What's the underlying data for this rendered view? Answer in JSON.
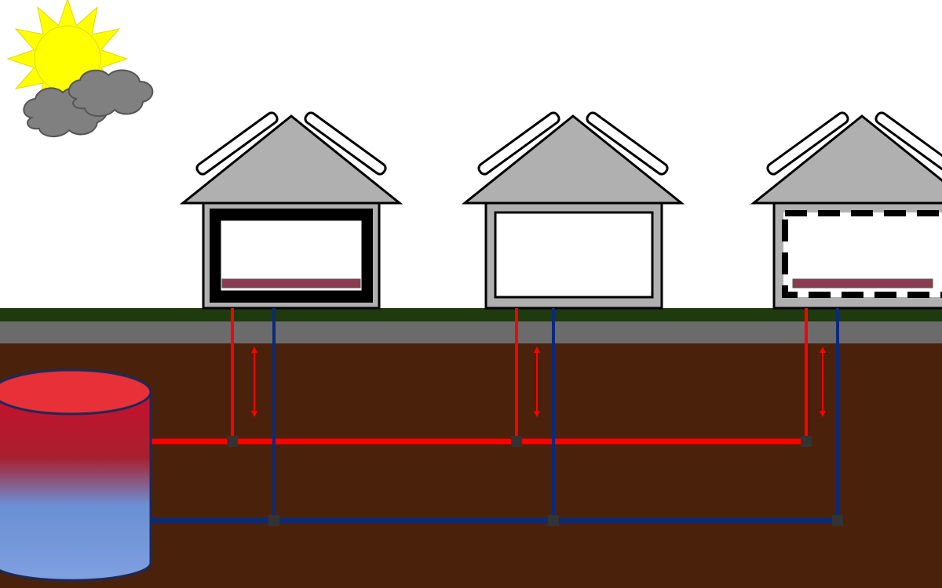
{
  "colors": {
    "sky": "#ffffff",
    "sun": "#ffff00",
    "cloud": "#808080",
    "grass": "#1e3a0e",
    "pavement": "#6b6b6b",
    "soil": "#4a220c",
    "roof": "#b0b0b0",
    "hot_pipe": "#ff0000",
    "cold_pipe": "#0b2a7a",
    "radiator": "#8b3a52",
    "tank_top": "#e83038",
    "tank_hot": "#c8102e",
    "tank_cold": "#6b8fd4",
    "junction": "#333333"
  },
  "houses": [
    {
      "name": "house-thick-insulation",
      "wall_style": "thick-black-insulation",
      "has_radiator": true
    },
    {
      "name": "house-gray-insulation",
      "wall_style": "gray-insulation",
      "has_radiator": false
    },
    {
      "name": "house-dashed-insulation",
      "wall_style": "dashed-insulation",
      "has_radiator": true
    }
  ],
  "icons": {
    "sun": "sun-icon",
    "clouds": "cloud-icon",
    "tank": "storage-tank-icon",
    "flow_arrow": "double-arrow-icon"
  }
}
